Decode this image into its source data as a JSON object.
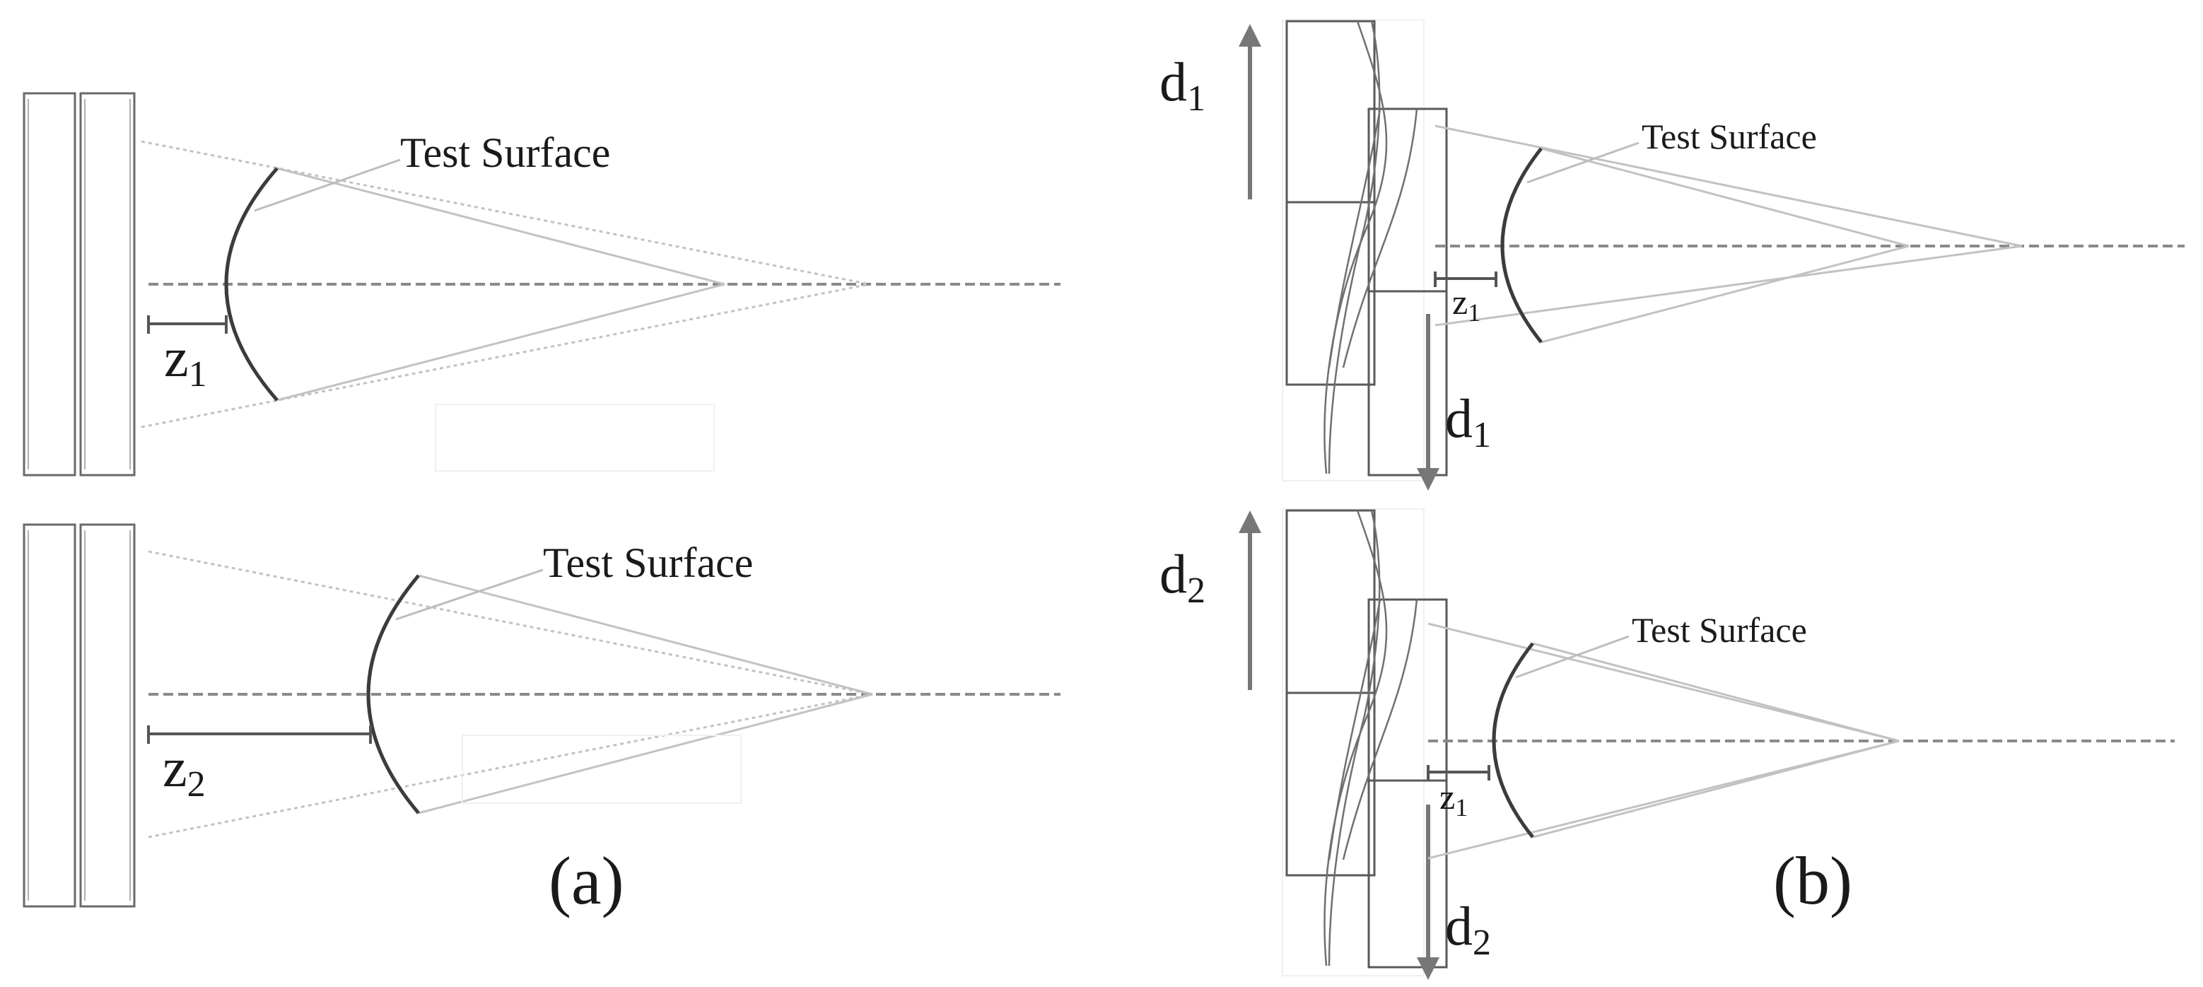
{
  "panel_a": {
    "top": {
      "surface_label": "Test Surface",
      "dist_var": "z",
      "dist_sub": "1"
    },
    "bottom": {
      "surface_label": "Test Surface",
      "dist_var": "z",
      "dist_sub": "2"
    },
    "caption": "(a)"
  },
  "panel_b": {
    "top": {
      "surface_label": "Test Surface",
      "dist_var": "z",
      "dist_sub": "1",
      "shift_up_var": "d",
      "shift_up_sub": "1",
      "shift_down_var": "d",
      "shift_down_sub": "1"
    },
    "bottom": {
      "surface_label": "Test Surface",
      "dist_var": "z",
      "dist_sub": "1",
      "shift_up_var": "d",
      "shift_up_sub": "2",
      "shift_down_var": "d",
      "shift_down_sub": "2"
    },
    "caption": "(b)"
  }
}
